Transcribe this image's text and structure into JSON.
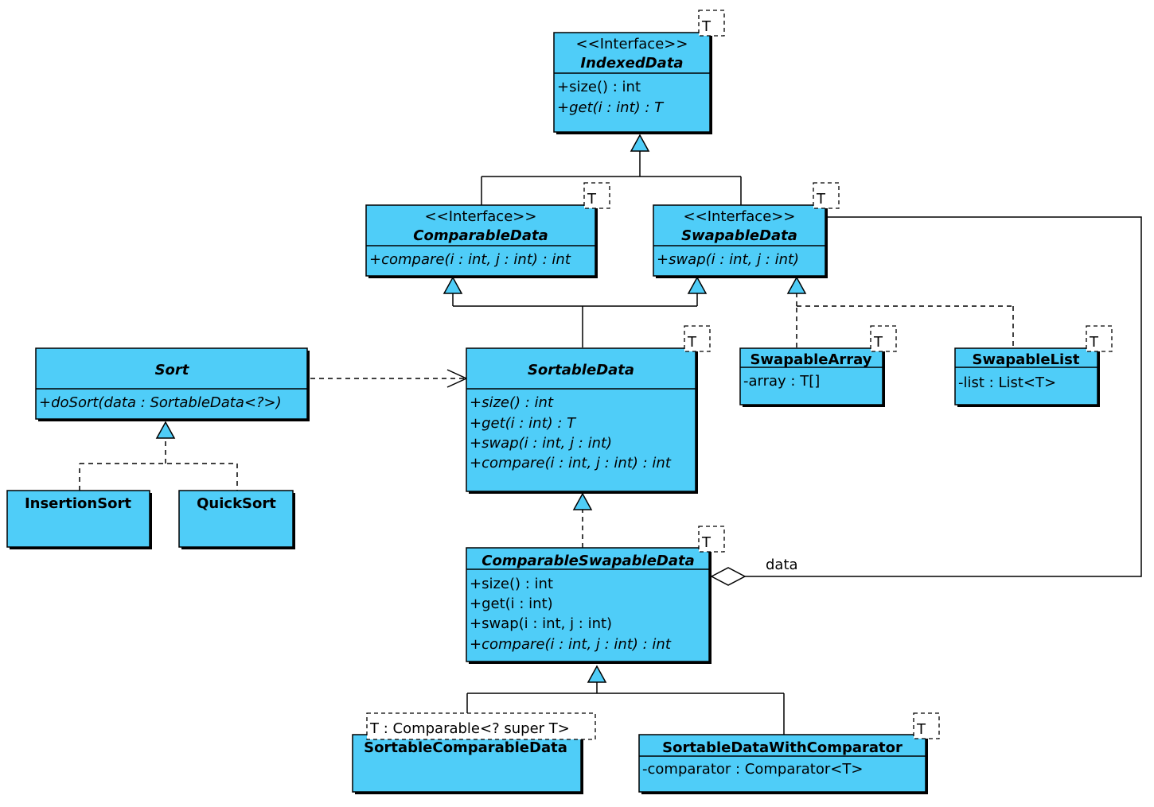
{
  "classes": {
    "indexed_data": {
      "stereotype": "<<Interface>>",
      "name": "IndexedData",
      "ops": [
        "+size() : int",
        "+get(i : int) : T"
      ],
      "tparam": "T"
    },
    "comparable_data": {
      "stereotype": "<<Interface>>",
      "name": "ComparableData",
      "ops": [
        "+compare(i : int, j : int) : int"
      ],
      "tparam": "T"
    },
    "swapable_data": {
      "stereotype": "<<Interface>>",
      "name": "SwapableData",
      "ops": [
        "+swap(i : int, j : int)"
      ],
      "tparam": "T"
    },
    "sort": {
      "name": "Sort",
      "ops": [
        "+doSort(data : SortableData<?>)"
      ]
    },
    "sortable_data": {
      "name": "SortableData",
      "ops": [
        "+size() : int",
        "+get(i : int) : T",
        "+swap(i : int, j : int)",
        "+compare(i : int, j : int) : int"
      ],
      "tparam": "T"
    },
    "swapable_array": {
      "name": "SwapableArray",
      "attrs": [
        "-array : T[]"
      ],
      "tparam": "T"
    },
    "swapable_list": {
      "name": "SwapableList",
      "attrs": [
        "-list : List<T>"
      ],
      "tparam": "T"
    },
    "insertion_sort": {
      "name": "InsertionSort"
    },
    "quick_sort": {
      "name": "QuickSort"
    },
    "comparable_swapable_data": {
      "name": "ComparableSwapableData",
      "ops": [
        "+size() : int",
        "+get(i : int)",
        "+swap(i : int, j : int)",
        "+compare(i : int, j : int) : int"
      ],
      "tparam": "T"
    },
    "sortable_comparable_data": {
      "name": "SortableComparableData",
      "tparam": "T : Comparable<? super T>"
    },
    "sortable_data_with_comparator": {
      "name": "SortableDataWithComparator",
      "attrs": [
        "-comparator : Comparator<T>"
      ],
      "tparam": "T"
    }
  },
  "associations": {
    "data_label": "data"
  },
  "colors": {
    "class_fill": "#4fcdf8"
  }
}
